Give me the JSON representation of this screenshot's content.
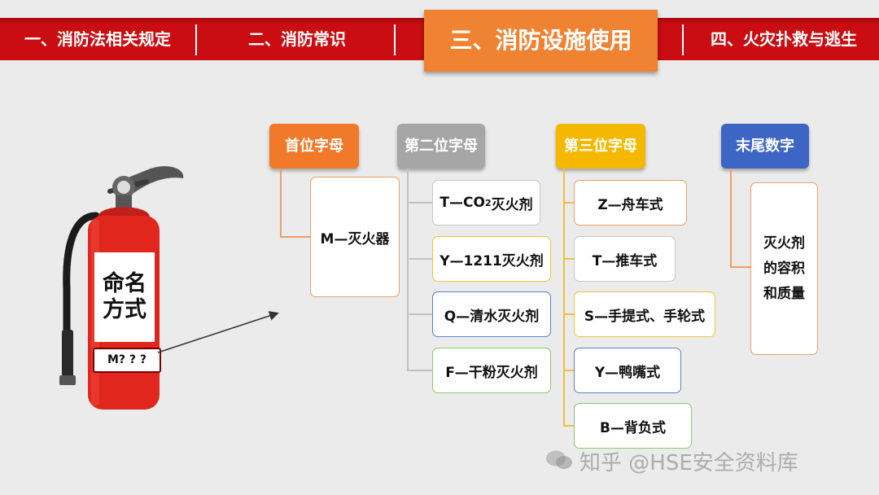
{
  "nav": {
    "tabs": [
      {
        "label": "一、消防法相关规定"
      },
      {
        "label": "二、消防常识"
      },
      {
        "label": "三、消防设施使用"
      },
      {
        "label": "四、火灾扑救与逃生"
      }
    ],
    "active_index": 2
  },
  "extinguisher": {
    "label_lines": [
      "命名",
      "方式"
    ],
    "model_code": "M? ? ?"
  },
  "columns": [
    {
      "header": "首位字母",
      "color": "#f07a2a",
      "items": [
        "M—灭火器"
      ]
    },
    {
      "header": "第二位字母",
      "color": "#a6a6a6",
      "items": [
        "T—CO",
        "Y—1211灭火剂",
        "Q—清水灭火剂",
        "F—干粉灭火剂"
      ],
      "co2_sub": "2",
      "co2_suffix": "灭火剂"
    },
    {
      "header": "第三位字母",
      "color": "#f5b800",
      "items": [
        "Z—舟车式",
        "T—推车式",
        "S—手提式、手轮式",
        "Y—鸭嘴式",
        "B—背负式"
      ]
    },
    {
      "header": "末尾数字",
      "color": "#3d66c4",
      "items": [
        "灭火剂",
        "的容积",
        "和质量"
      ]
    }
  ],
  "colors": {
    "topbar": "#c90d12",
    "active_tab": "#f08331",
    "extinguisher_body": "#e0261d",
    "border_orange": "#f0a060",
    "border_gray": "#c8c8c8",
    "border_yellow": "#f2c232",
    "border_blue": "#5a7fd0",
    "border_green": "#8dc86a"
  },
  "watermark": {
    "text": "知乎 @HSE安全资料库",
    "icon": "wechat-icon"
  }
}
